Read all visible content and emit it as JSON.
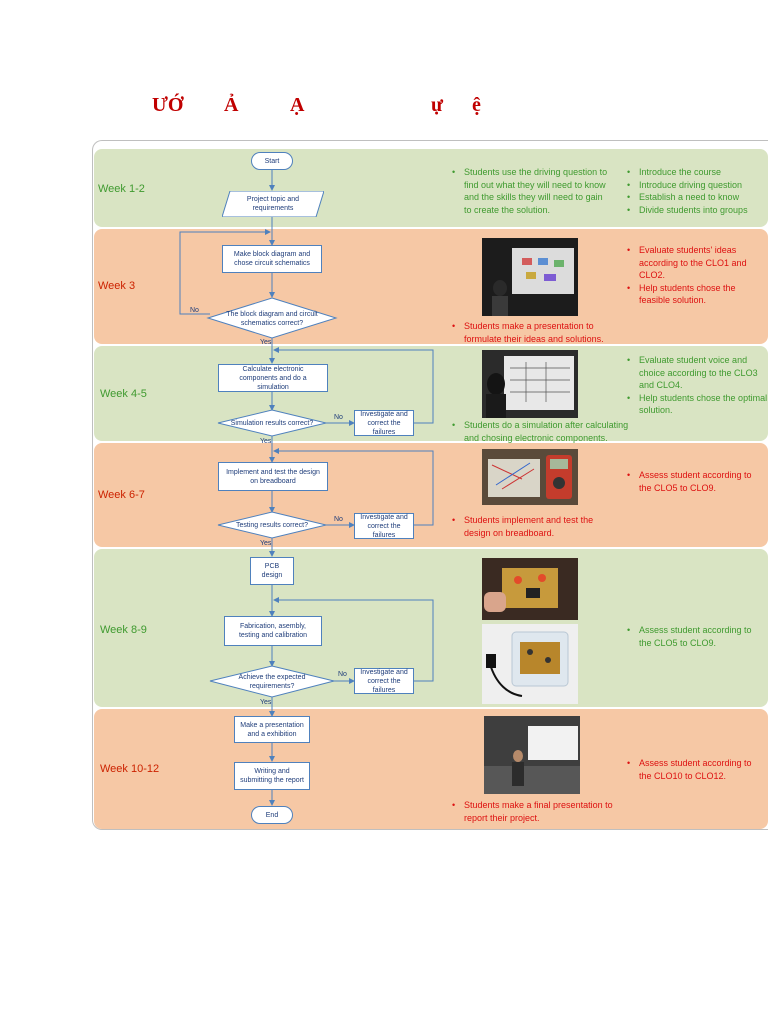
{
  "title_fragments": [
    "ƯỚ",
    "Ả",
    "Ạ",
    "ự",
    "ệ"
  ],
  "weeks": [
    "Week 1-2",
    "Week 3",
    "Week 4-5",
    "Week 6-7",
    "Week 8-9",
    "Week 10-12"
  ],
  "flow": {
    "start": "Start",
    "end": "End",
    "project_topic": "Project topic and requirements",
    "block_diagram": "Make block diagram and chose circuit schematics",
    "decision_schematics": "The block diagram and circuit schematics correct?",
    "calc_components": "Calculate electronic components and do a simulation",
    "decision_simulation": "Simulation results correct?",
    "implement": "Implement and test the design on breadboard",
    "decision_testing": "Testing results correct?",
    "pcb": "PCB design",
    "fabrication": "Fabrication, asembly, testing and calibration",
    "decision_requirements": "Achieve the expected requirements?",
    "investigate": "Investigate and correct the failures",
    "presentation": "Make a presentation and a exhibition",
    "report": "Writing and submitting the report",
    "yes": "Yes",
    "no": "No"
  },
  "student_notes": [
    "Students use the driving question to find out what they will need to know and the skills they will need to gain to create the solution.",
    "Students make a presentation to formulate their ideas and solutions.",
    "Students do a simulation after calculating and chosing electronic components.",
    "Students implement and test the design on breadboard.",
    "Students make a final presentation to report their project."
  ],
  "teacher_notes": {
    "week1": [
      "Introduce the course",
      "Introduce driving question",
      "Establish a need to know",
      "Divide students into groups"
    ],
    "week3": [
      "Evaluate students' ideas according to the CLO1 and CLO2.",
      "Help students chose the feasible solution."
    ],
    "week45": [
      "Evaluate student voice and choice according to the CLO3 and CLO4.",
      "Help students chose the optimal solution."
    ],
    "week67": [
      "Assess student according to the CLO5 to CLO9."
    ],
    "week89": [
      "Assess student according to the CLO5 to CLO9."
    ],
    "week1012": [
      "Assess student according to the CLO10 to CLO12."
    ]
  },
  "colors": {
    "green_panel": "#d9e4c3",
    "orange_panel": "#f6c8a5",
    "flow_line": "#4f81bd",
    "green_text": "#3f9a2f",
    "red_text": "#dd1111"
  }
}
